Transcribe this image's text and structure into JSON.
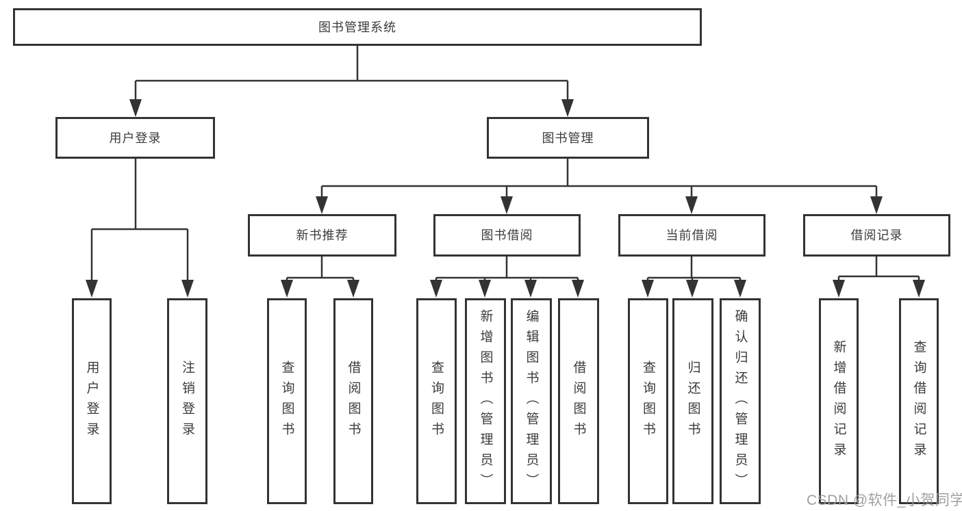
{
  "tree": {
    "root": {
      "label": "图书管理系统"
    },
    "level2": [
      {
        "label": "用户登录",
        "children": [
          {
            "label": "用户登录"
          },
          {
            "label": "注销登录"
          }
        ]
      },
      {
        "label": "图书管理",
        "children": [
          {
            "label": "新书推荐",
            "children": [
              {
                "label": "查询图书"
              },
              {
                "label": "借阅图书"
              }
            ]
          },
          {
            "label": "图书借阅",
            "children": [
              {
                "label": "查询图书"
              },
              {
                "label": "新增图书（管理员）"
              },
              {
                "label": "编辑图书（管理员）"
              },
              {
                "label": "借阅图书"
              }
            ]
          },
          {
            "label": "当前借阅",
            "children": [
              {
                "label": "查询图书"
              },
              {
                "label": "归还图书"
              },
              {
                "label": "确认归还（管理员）"
              }
            ]
          },
          {
            "label": "借阅记录",
            "children": [
              {
                "label": "新增借阅记录"
              },
              {
                "label": "查询借阅记录"
              }
            ]
          }
        ]
      }
    ]
  },
  "watermark": "CSDN @软件_小贺同学",
  "colors": {
    "line": "#333333",
    "box_border": "#333333",
    "box_fill": "#ffffff",
    "text": "#3b3b3b",
    "watermark": "#9b9b9b",
    "background": "#ffffff"
  }
}
